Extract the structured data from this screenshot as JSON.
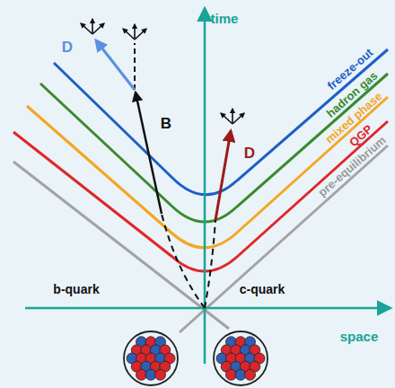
{
  "diagram": {
    "labels": [
      "time",
      "space",
      "b-quark",
      "c-quark",
      "freeze-out",
      "hadron gas",
      "mixed phase",
      "QGP",
      "pre-equilibrium",
      "B",
      "D",
      "D"
    ]
  }
}
